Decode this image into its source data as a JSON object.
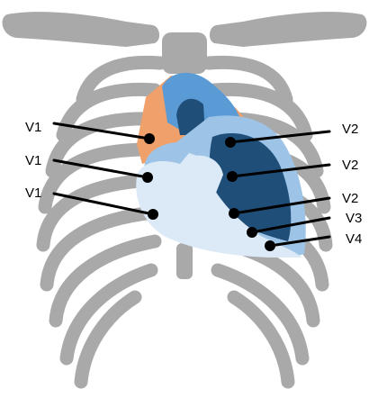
{
  "labels": {
    "left": [
      "V1",
      "V1",
      "V1"
    ],
    "right": [
      "V2",
      "V2",
      "V2",
      "V3",
      "V4"
    ]
  },
  "colors": {
    "bone": "#a9a9a9",
    "right_atrium_tissue": "#f0a06a",
    "aorta": "#5b9bd5",
    "dark_chamber": "#1f4e79",
    "light_chamber": "#dce9f7",
    "mid_blue": "#9dc3e6",
    "leader_line": "#000000"
  },
  "icons": [
    "rib-cage-icon",
    "heart-icon"
  ]
}
